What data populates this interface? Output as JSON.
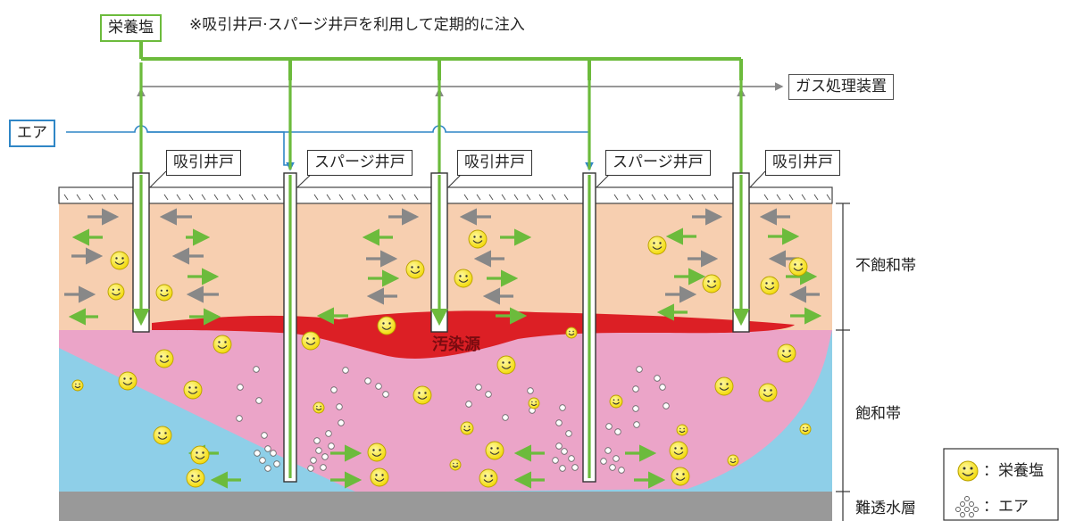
{
  "header": {
    "nutrient_label": "栄養塩",
    "note": "※吸引井戸·スパージ井戸を利用して定期的に注入"
  },
  "labels": {
    "air": "エア",
    "gas_treatment": "ガス処理装置",
    "contamination_source": "汚染源"
  },
  "wells": [
    {
      "type": "extraction",
      "label": "吸引井戸"
    },
    {
      "type": "sparge",
      "label": "スパージ井戸"
    },
    {
      "type": "extraction",
      "label": "吸引井戸"
    },
    {
      "type": "sparge",
      "label": "スパージ井戸"
    },
    {
      "type": "extraction",
      "label": "吸引井戸"
    }
  ],
  "zones": {
    "unsaturated": "不飽和帯",
    "saturated": "飽和帯",
    "impermeable": "難透水層"
  },
  "legend": {
    "nutrient": "：栄養塩",
    "air": "：エア"
  },
  "colors": {
    "nutrient_line": "#6cbb3c",
    "air_line": "#2f86c6",
    "gas_line": "#777777",
    "unsaturated": "#f7cfb0",
    "saturated_pink": "#eba4c8",
    "groundwater_blue": "#8ecfe8",
    "contamination": "#dc1f25",
    "impermeable": "#999999",
    "smiley": "#f5e613"
  }
}
